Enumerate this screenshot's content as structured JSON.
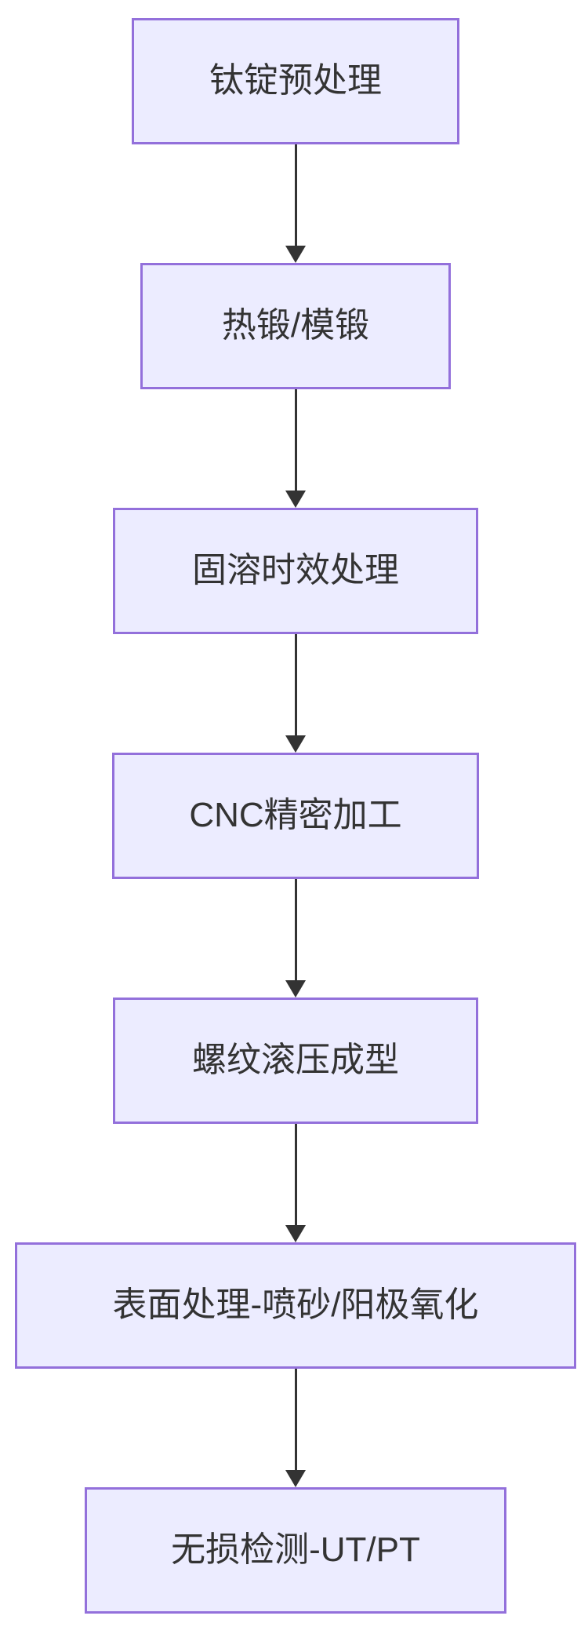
{
  "diagram": {
    "type": "flowchart",
    "direction": "top-down",
    "colors": {
      "node_fill": "#ECECFF",
      "node_border": "#9370DB",
      "arrow": "#333333",
      "text": "#333333",
      "background": "#FFFFFF"
    },
    "nodes": [
      {
        "id": "A",
        "label": "钛锭预处理"
      },
      {
        "id": "B",
        "label": "热锻/模锻"
      },
      {
        "id": "C",
        "label": "固溶时效处理"
      },
      {
        "id": "D",
        "label": "CNC精密加工"
      },
      {
        "id": "E",
        "label": "螺纹滚压成型"
      },
      {
        "id": "F",
        "label": "表面处理-喷砂/阳极氧化"
      },
      {
        "id": "G",
        "label": "无损检测-UT/PT"
      }
    ],
    "edges": [
      {
        "from": "钛锭预处理",
        "to": "热锻/模锻"
      },
      {
        "from": "热锻/模锻",
        "to": "固溶时效处理"
      },
      {
        "from": "固溶时效处理",
        "to": "CNC精密加工"
      },
      {
        "from": "CNC精密加工",
        "to": "螺纹滚压成型"
      },
      {
        "from": "螺纹滚压成型",
        "to": "表面处理-喷砂/阳极氧化"
      },
      {
        "from": "表面处理-喷砂/阳极氧化",
        "to": "无损检测-UT/PT"
      }
    ]
  }
}
